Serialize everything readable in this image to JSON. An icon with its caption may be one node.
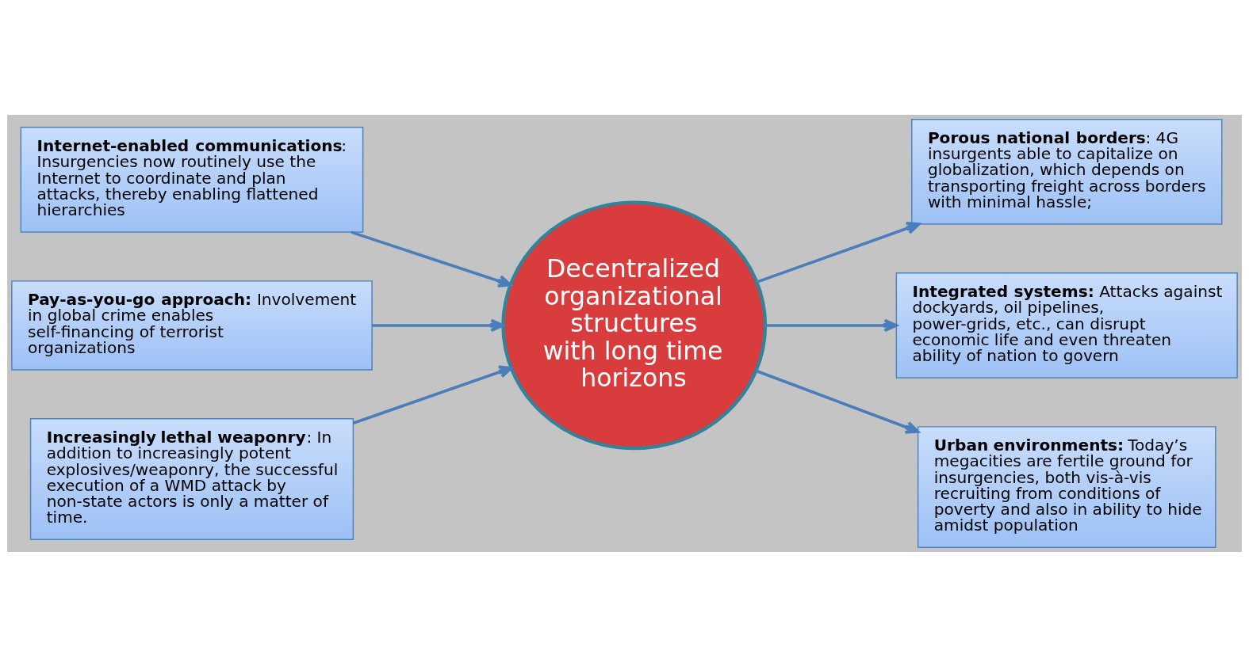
{
  "diagram": {
    "nodes": [
      {
        "text": [
          "**Internet-enabled communications**: Insurgencies now routinely use the Internet to coordinate and plan attacks, thereby enabling flattened hierarchies"
        ]
      },
      {
        "text": [
          "Decentralized organizational structures with long time horizons"
        ]
      },
      {
        "text": [
          "**Porous national borders**: 4G insurgents able to capitalize on globalization, which depends on transporting freight across borders with minimal hassle;"
        ]
      },
      {
        "text": [
          "**Pay-as-you-go approach:** Involvement in global crime enables self-financing of terrorist organizations"
        ]
      },
      {
        "text": [
          "**Integrated systems:** Attacks against dockyards, oil pipelines, power-grids, etc., can disrupt economic life and even threaten ability of nation to govern"
        ]
      },
      {
        "text": [
          "**Increasingly lethal weaponry**: In addition to increasingly potent explosives/weaponry, the successful execution of a WMD attack by non-state actors is only a matter of time."
        ]
      },
      {
        "text": [
          "**Urban environments:** Today’s megacities are fertile ground for insurgencies, both vis-à-vis recruiting from conditions of poverty and also in ability to hide amidst population"
        ]
      }
    ],
    "edges": [
      {
        "from": 0,
        "to": 1,
        "arrow": "to"
      },
      {
        "from": 3,
        "to": 1,
        "arrow": "to"
      },
      {
        "from": 5,
        "to": 1,
        "arrow": "to"
      },
      {
        "from": 1,
        "to": 2,
        "arrow": "to"
      },
      {
        "from": 1,
        "to": 4,
        "arrow": "to"
      },
      {
        "from": 1,
        "to": 6,
        "arrow": "to"
      }
    ]
  }
}
